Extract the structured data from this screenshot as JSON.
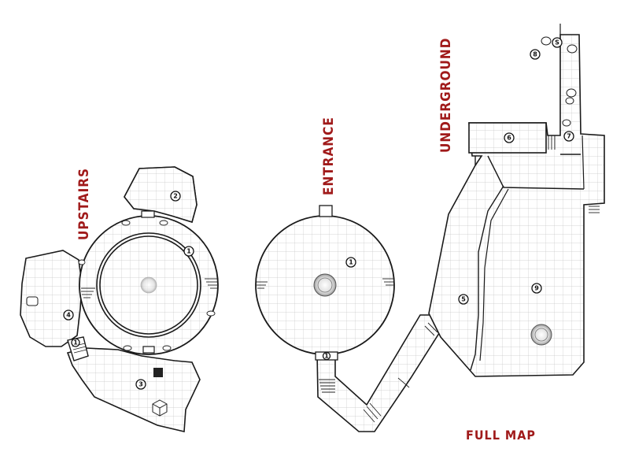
{
  "titles": {
    "upstairs": "UPSTAIRS",
    "entrance": "ENTRANCE",
    "underground": "UNDERGROUND",
    "full_map": "FULL MAP"
  },
  "colors": {
    "title_red": "#a01a1a",
    "wall": "#1a1a1a",
    "grid": "#c8c8c8",
    "floor": "#ffffff"
  },
  "rooms": {
    "upstairs_1": "1",
    "upstairs_2": "2",
    "upstairs_3": "3",
    "upstairs_4": "4",
    "entrance_1": "1",
    "underground_5": "5",
    "underground_6": "6",
    "underground_7": "7",
    "underground_8": "8",
    "underground_9": "9",
    "underground_s": "S"
  },
  "doors": {
    "upstairs_door": "1",
    "entrance_door": "1"
  }
}
